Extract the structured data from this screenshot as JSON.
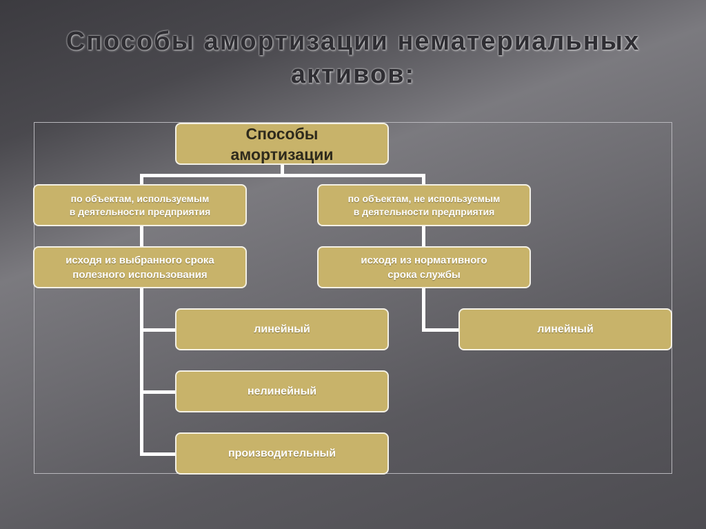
{
  "title": {
    "line1": "Способы амортизации нематериальных",
    "line2": "активов:"
  },
  "diagram": {
    "root": "Способы\nамортизации",
    "left": {
      "category": "по объектам, используемым\nв деятельности предприятия",
      "basis": "исходя из выбранного срока\nполезного использования",
      "methods": [
        "линейный",
        "нелинейный",
        "производительный"
      ]
    },
    "right": {
      "category": "по объектам, не используемым\nв деятельности предприятия",
      "basis": "исходя из нормативного\nсрока службы",
      "methods": [
        "линейный"
      ]
    }
  },
  "colors": {
    "box_fill": "#c8b36a",
    "box_border": "#f4f1e6",
    "connector": "#ffffff",
    "background_dark": "#3c3b40",
    "background_light": "#7b7a7f"
  }
}
